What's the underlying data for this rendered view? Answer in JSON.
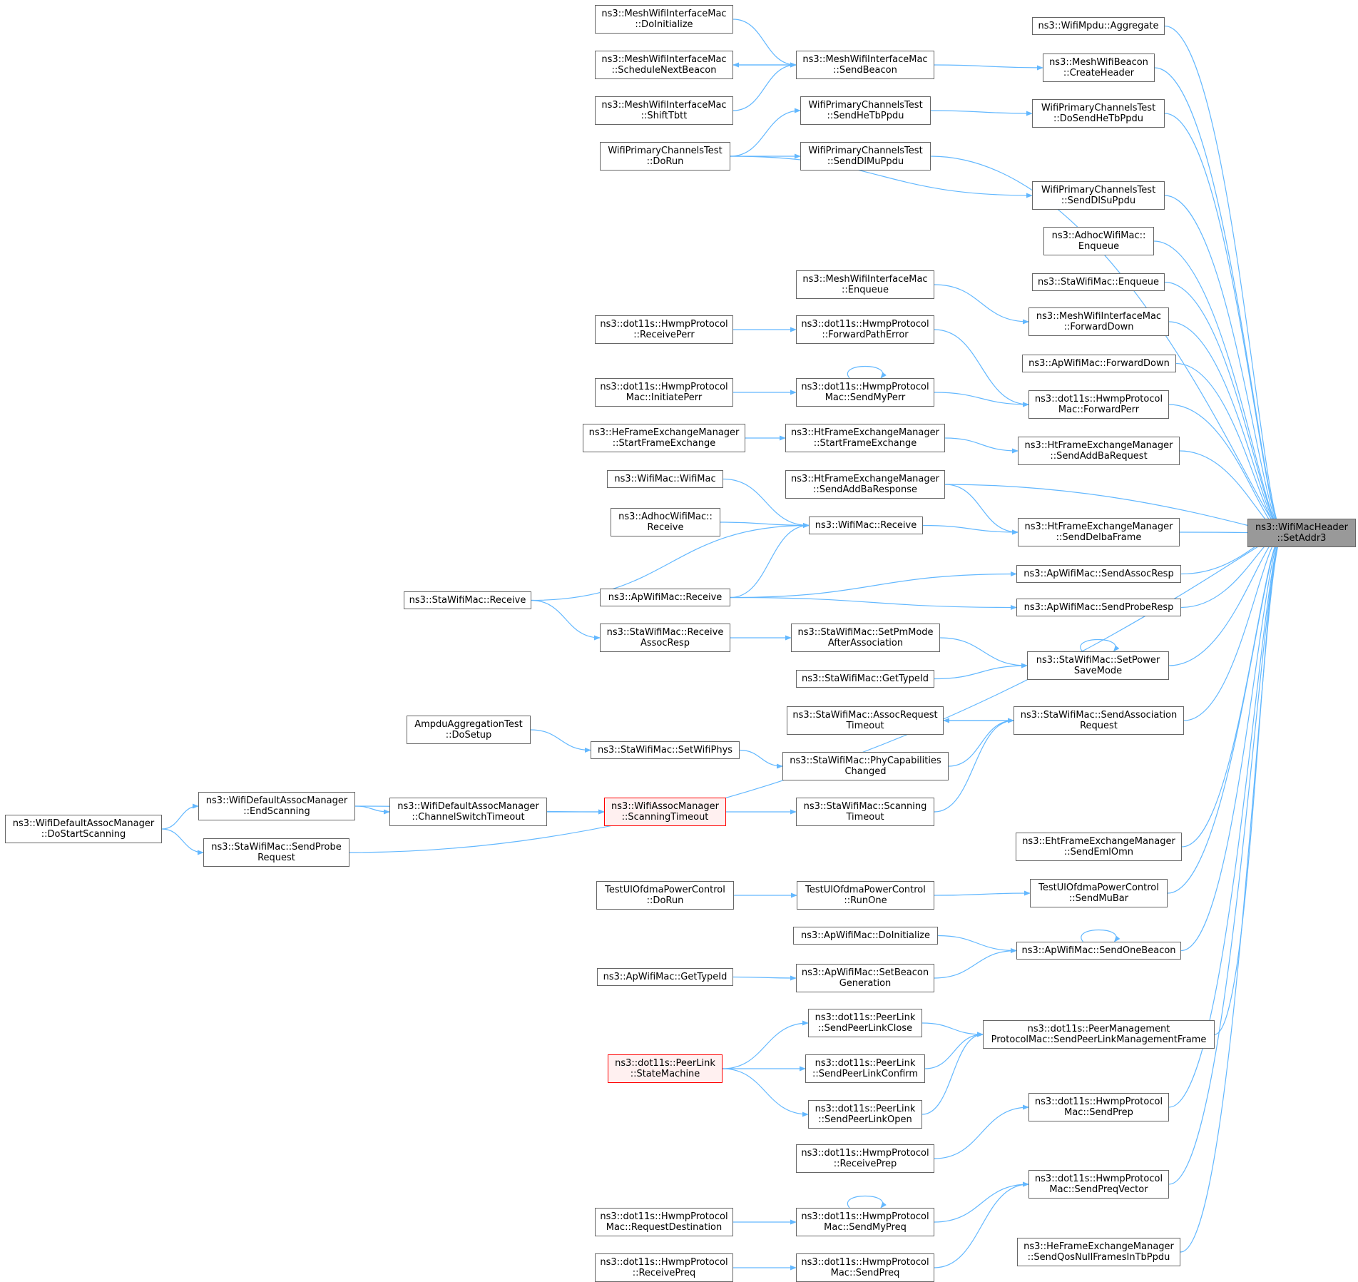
{
  "diagram": {
    "type": "caller-graph",
    "colors": {
      "edge": "#63b8ff",
      "node_border": "#666666",
      "highlight_border": "#ff0000",
      "highlight_fill": "#fff0f0",
      "target_fill": "#999999"
    },
    "nodes": [
      {
        "id": "T",
        "lines": [
          "ns3::WifiMacHeader",
          "::SetAddr3"
        ],
        "kind": "target"
      },
      {
        "id": "R1",
        "lines": [
          "ns3::WifiMpdu::Aggregate"
        ]
      },
      {
        "id": "R2",
        "lines": [
          "ns3::MeshWifiBeacon",
          "::CreateHeader"
        ]
      },
      {
        "id": "R3",
        "lines": [
          "WifiPrimaryChannelsTest",
          "::DoSendHeTbPpdu"
        ]
      },
      {
        "id": "R4",
        "lines": [
          "WifiPrimaryChannelsTest",
          "::SendDlSuPpdu"
        ]
      },
      {
        "id": "R5",
        "lines": [
          "ns3::AdhocWifiMac::",
          "Enqueue"
        ]
      },
      {
        "id": "R6",
        "lines": [
          "ns3::StaWifiMac::Enqueue"
        ]
      },
      {
        "id": "R7",
        "lines": [
          "ns3::MeshWifiInterfaceMac",
          "::ForwardDown"
        ]
      },
      {
        "id": "R8",
        "lines": [
          "ns3::ApWifiMac::ForwardDown"
        ]
      },
      {
        "id": "R9",
        "lines": [
          "ns3::dot11s::HwmpProtocol",
          "Mac::ForwardPerr"
        ]
      },
      {
        "id": "R10",
        "lines": [
          "ns3::HtFrameExchangeManager",
          "::SendAddBaRequest"
        ]
      },
      {
        "id": "R11",
        "lines": [
          "ns3::HtFrameExchangeManager",
          "::SendDelbaFrame"
        ]
      },
      {
        "id": "R12",
        "lines": [
          "ns3::ApWifiMac::SendAssocResp"
        ]
      },
      {
        "id": "R13",
        "lines": [
          "ns3::ApWifiMac::SendProbeResp"
        ]
      },
      {
        "id": "R14",
        "lines": [
          "ns3::StaWifiMac::SetPower",
          "SaveMode"
        ]
      },
      {
        "id": "R15",
        "lines": [
          "ns3::StaWifiMac::SendAssociation",
          "Request"
        ]
      },
      {
        "id": "R16",
        "lines": [
          "ns3::EhtFrameExchangeManager",
          "::SendEmlOmn"
        ]
      },
      {
        "id": "R17",
        "lines": [
          "TestUlOfdmaPowerControl",
          "::SendMuBar"
        ]
      },
      {
        "id": "R18",
        "lines": [
          "ns3::ApWifiMac::SendOneBeacon"
        ]
      },
      {
        "id": "R19",
        "lines": [
          "ns3::dot11s::PeerManagement",
          "ProtocolMac::SendPeerLinkManagementFrame"
        ]
      },
      {
        "id": "R20",
        "lines": [
          "ns3::dot11s::HwmpProtocol",
          "Mac::SendPrep"
        ]
      },
      {
        "id": "R21",
        "lines": [
          "ns3::dot11s::HwmpProtocol",
          "Mac::SendPreqVector"
        ]
      },
      {
        "id": "R22",
        "lines": [
          "ns3::HeFrameExchangeManager",
          "::SendQosNullFramesInTbPpdu"
        ]
      },
      {
        "id": "M1",
        "lines": [
          "ns3::MeshWifiInterfaceMac",
          "::SendBeacon"
        ]
      },
      {
        "id": "M2",
        "lines": [
          "WifiPrimaryChannelsTest",
          "::SendHeTbPpdu"
        ]
      },
      {
        "id": "M3",
        "lines": [
          "WifiPrimaryChannelsTest",
          "::SendDlMuPpdu"
        ]
      },
      {
        "id": "M4",
        "lines": [
          "ns3::MeshWifiInterfaceMac",
          "::Enqueue"
        ]
      },
      {
        "id": "M5",
        "lines": [
          "ns3::dot11s::HwmpProtocol",
          "::ForwardPathError"
        ]
      },
      {
        "id": "M6",
        "lines": [
          "ns3::dot11s::HwmpProtocol",
          "Mac::SendMyPerr"
        ]
      },
      {
        "id": "M7",
        "lines": [
          "ns3::HtFrameExchangeManager",
          "::StartFrameExchange"
        ]
      },
      {
        "id": "M8",
        "lines": [
          "ns3::HtFrameExchangeManager",
          "::SendAddBaResponse"
        ]
      },
      {
        "id": "M9",
        "lines": [
          "ns3::WifiMac::Receive"
        ]
      },
      {
        "id": "M10",
        "lines": [
          "ns3::StaWifiMac::SetPmMode",
          "AfterAssociation"
        ]
      },
      {
        "id": "M11",
        "lines": [
          "ns3::StaWifiMac::GetTypeId"
        ]
      },
      {
        "id": "M12",
        "lines": [
          "ns3::StaWifiMac::AssocRequest",
          "Timeout"
        ]
      },
      {
        "id": "M13",
        "lines": [
          "ns3::StaWifiMac::PhyCapabilities",
          "Changed"
        ]
      },
      {
        "id": "M14",
        "lines": [
          "ns3::StaWifiMac::Scanning",
          "Timeout"
        ]
      },
      {
        "id": "M15",
        "lines": [
          "TestUlOfdmaPowerControl",
          "::RunOne"
        ]
      },
      {
        "id": "M16",
        "lines": [
          "ns3::ApWifiMac::DoInitialize"
        ]
      },
      {
        "id": "M17",
        "lines": [
          "ns3::ApWifiMac::SetBeacon",
          "Generation"
        ]
      },
      {
        "id": "M18",
        "lines": [
          "ns3::dot11s::PeerLink",
          "::SendPeerLinkClose"
        ]
      },
      {
        "id": "M19",
        "lines": [
          "ns3::dot11s::PeerLink",
          "::SendPeerLinkConfirm"
        ]
      },
      {
        "id": "M20",
        "lines": [
          "ns3::dot11s::PeerLink",
          "::SendPeerLinkOpen"
        ]
      },
      {
        "id": "M21",
        "lines": [
          "ns3::dot11s::HwmpProtocol",
          "::ReceivePrep"
        ]
      },
      {
        "id": "M22",
        "lines": [
          "ns3::dot11s::HwmpProtocol",
          "Mac::SendMyPreq"
        ]
      },
      {
        "id": "M23",
        "lines": [
          "ns3::dot11s::HwmpProtocol",
          "Mac::SendPreq"
        ]
      },
      {
        "id": "L1",
        "lines": [
          "ns3::MeshWifiInterfaceMac",
          "::DoInitialize"
        ]
      },
      {
        "id": "L2",
        "lines": [
          "ns3::MeshWifiInterfaceMac",
          "::ScheduleNextBeacon"
        ]
      },
      {
        "id": "L3",
        "lines": [
          "ns3::MeshWifiInterfaceMac",
          "::ShiftTbtt"
        ]
      },
      {
        "id": "L4",
        "lines": [
          "WifiPrimaryChannelsTest",
          "::DoRun"
        ]
      },
      {
        "id": "L5",
        "lines": [
          "ns3::dot11s::HwmpProtocol",
          "::ReceivePerr"
        ]
      },
      {
        "id": "L6",
        "lines": [
          "ns3::dot11s::HwmpProtocol",
          "Mac::InitiatePerr"
        ]
      },
      {
        "id": "L7",
        "lines": [
          "ns3::HeFrameExchangeManager",
          "::StartFrameExchange"
        ]
      },
      {
        "id": "L8",
        "lines": [
          "ns3::WifiMac::WifiMac"
        ]
      },
      {
        "id": "L9",
        "lines": [
          "ns3::AdhocWifiMac::",
          "Receive"
        ]
      },
      {
        "id": "L10",
        "lines": [
          "ns3::ApWifiMac::Receive"
        ]
      },
      {
        "id": "L11",
        "lines": [
          "ns3::StaWifiMac::Receive",
          "AssocResp"
        ]
      },
      {
        "id": "L12",
        "lines": [
          "ns3::StaWifiMac::SetWifiPhys"
        ]
      },
      {
        "id": "L13",
        "lines": [
          "ns3::WifiAssocManager",
          "::ScanningTimeout"
        ],
        "kind": "highlight"
      },
      {
        "id": "L14",
        "lines": [
          "TestUlOfdmaPowerControl",
          "::DoRun"
        ]
      },
      {
        "id": "L15",
        "lines": [
          "ns3::ApWifiMac::GetTypeId"
        ]
      },
      {
        "id": "L16",
        "lines": [
          "ns3::dot11s::PeerLink",
          "::StateMachine"
        ],
        "kind": "highlight"
      },
      {
        "id": "L17",
        "lines": [
          "ns3::dot11s::HwmpProtocol",
          "Mac::RequestDestination"
        ]
      },
      {
        "id": "L18",
        "lines": [
          "ns3::dot11s::HwmpProtocol",
          "::ReceivePreq"
        ]
      },
      {
        "id": "K1",
        "lines": [
          "ns3::StaWifiMac::Receive"
        ]
      },
      {
        "id": "K2",
        "lines": [
          "AmpduAggregationTest",
          "::DoSetup"
        ]
      },
      {
        "id": "K3",
        "lines": [
          "ns3::WifiDefaultAssocManager",
          "::EndScanning"
        ]
      },
      {
        "id": "K4",
        "lines": [
          "ns3::WifiDefaultAssocManager",
          "::ChannelSwitchTimeout"
        ]
      },
      {
        "id": "K5",
        "lines": [
          "ns3::StaWifiMac::SendProbe",
          "Request"
        ]
      },
      {
        "id": "K6",
        "lines": [
          "ns3::WifiDefaultAssocManager",
          "::DoStartScanning"
        ]
      }
    ],
    "edges": [
      [
        "R1",
        "T"
      ],
      [
        "R2",
        "T"
      ],
      [
        "R3",
        "T"
      ],
      [
        "M3",
        "T"
      ],
      [
        "R4",
        "T"
      ],
      [
        "R5",
        "T"
      ],
      [
        "R6",
        "T"
      ],
      [
        "R7",
        "T"
      ],
      [
        "R8",
        "T"
      ],
      [
        "R9",
        "T"
      ],
      [
        "R10",
        "T"
      ],
      [
        "M8",
        "T"
      ],
      [
        "R11",
        "T"
      ],
      [
        "R12",
        "T"
      ],
      [
        "R13",
        "T"
      ],
      [
        "R14",
        "T"
      ],
      [
        "R15",
        "T"
      ],
      [
        "K5",
        "T"
      ],
      [
        "R16",
        "T"
      ],
      [
        "R17",
        "T"
      ],
      [
        "R18",
        "T"
      ],
      [
        "R19",
        "T"
      ],
      [
        "R20",
        "T"
      ],
      [
        "R21",
        "T"
      ],
      [
        "R22",
        "T"
      ],
      [
        "M1",
        "R2"
      ],
      [
        "M2",
        "R3"
      ],
      [
        "L4",
        "R4"
      ],
      [
        "M4",
        "R7"
      ],
      [
        "M5",
        "R9"
      ],
      [
        "M6",
        "R9"
      ],
      [
        "M7",
        "R10"
      ],
      [
        "M8",
        "R11"
      ],
      [
        "M9",
        "R11"
      ],
      [
        "L10",
        "R12"
      ],
      [
        "L10",
        "R13"
      ],
      [
        "M10",
        "R14"
      ],
      [
        "M11",
        "R14"
      ],
      [
        "R14",
        "R14"
      ],
      [
        "R15",
        "M12"
      ],
      [
        "M12",
        "R15"
      ],
      [
        "M13",
        "R15"
      ],
      [
        "M14",
        "R15"
      ],
      [
        "M15",
        "R17"
      ],
      [
        "M16",
        "R18"
      ],
      [
        "M17",
        "R18"
      ],
      [
        "R18",
        "R18"
      ],
      [
        "M18",
        "R19"
      ],
      [
        "M19",
        "R19"
      ],
      [
        "M20",
        "R19"
      ],
      [
        "M21",
        "R20"
      ],
      [
        "M22",
        "R21"
      ],
      [
        "M23",
        "R21"
      ],
      [
        "L1",
        "M1"
      ],
      [
        "M1",
        "L2"
      ],
      [
        "L2",
        "M1"
      ],
      [
        "L3",
        "M1"
      ],
      [
        "L4",
        "M2"
      ],
      [
        "L4",
        "M3"
      ],
      [
        "L5",
        "M5"
      ],
      [
        "L6",
        "M6"
      ],
      [
        "M6",
        "M6"
      ],
      [
        "L7",
        "M7"
      ],
      [
        "L8",
        "M9"
      ],
      [
        "L9",
        "M9"
      ],
      [
        "L10",
        "M9"
      ],
      [
        "K1",
        "M9"
      ],
      [
        "L11",
        "M10"
      ],
      [
        "L12",
        "M13"
      ],
      [
        "L13",
        "M14"
      ],
      [
        "L14",
        "M15"
      ],
      [
        "L15",
        "M17"
      ],
      [
        "L16",
        "M18"
      ],
      [
        "L16",
        "M19"
      ],
      [
        "L16",
        "M20"
      ],
      [
        "M22",
        "M22"
      ],
      [
        "L17",
        "M22"
      ],
      [
        "L18",
        "M23"
      ],
      [
        "K1",
        "L11"
      ],
      [
        "K2",
        "L12"
      ],
      [
        "K3",
        "L13"
      ],
      [
        "K4",
        "L13"
      ],
      [
        "K6",
        "K3"
      ],
      [
        "K6",
        "K5"
      ],
      [
        "K3",
        "K4"
      ]
    ]
  }
}
